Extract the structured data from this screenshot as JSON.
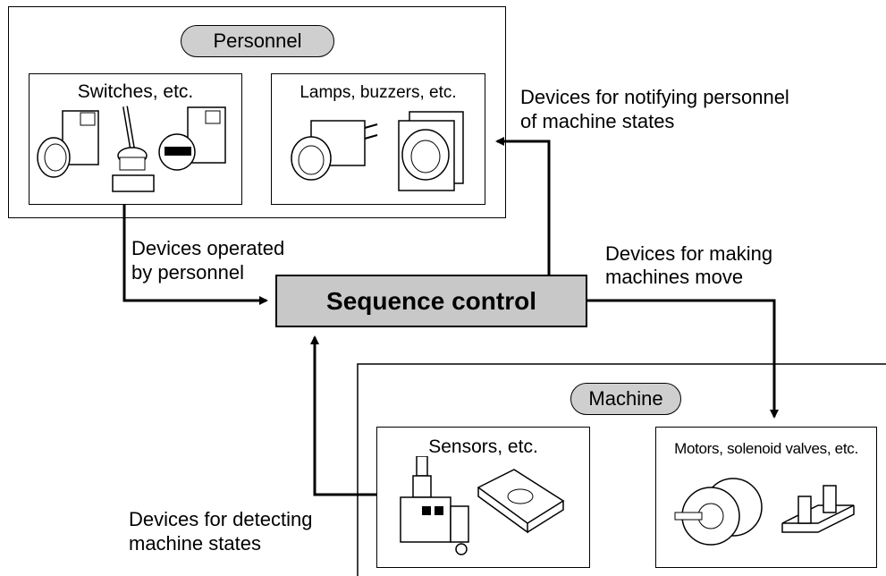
{
  "personnel": {
    "title": "Personnel",
    "switches_title": "Switches, etc.",
    "lamps_title": "Lamps, buzzers, etc."
  },
  "machine": {
    "title": "Machine",
    "sensors_title": "Sensors, etc.",
    "motors_title": "Motors, solenoid valves, etc."
  },
  "center": {
    "label": "Sequence control"
  },
  "annotations": {
    "operated_line1": "Devices operated",
    "operated_line2": "by personnel",
    "notify_line1": "Devices for notifying personnel",
    "notify_line2": "of machine states",
    "move_line1": "Devices for making",
    "move_line2": "machines move",
    "detect_line1": "Devices for detecting",
    "detect_line2": "machine states"
  },
  "colors": {
    "pill_fill": "#cfcfcf",
    "sequence_fill": "#c8c8c8",
    "line": "#000000"
  }
}
